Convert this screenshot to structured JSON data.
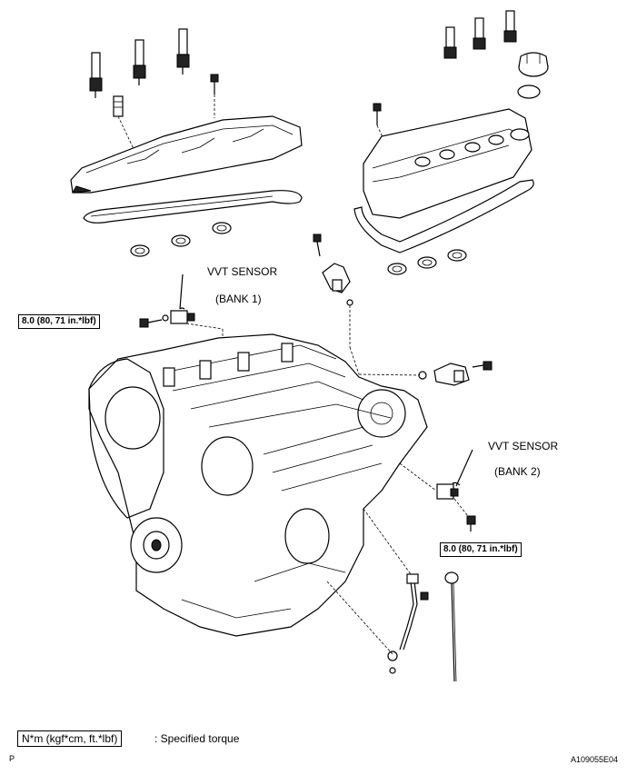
{
  "labels": {
    "vvt_sensor_1": "VVT SENSOR",
    "bank_1": "(BANK 1)",
    "vvt_sensor_2": "VVT SENSOR",
    "bank_2": "(BANK 2)"
  },
  "torque": {
    "bank1": "8.0 (80, 71 in.*lbf)",
    "bank2": "8.0 (80, 71 in.*lbf)"
  },
  "legend": {
    "box": "N*m (kgf*cm, ft.*lbf)",
    "text": ": Specified torque"
  },
  "corner": {
    "left": "P",
    "right": "A109055E04"
  }
}
